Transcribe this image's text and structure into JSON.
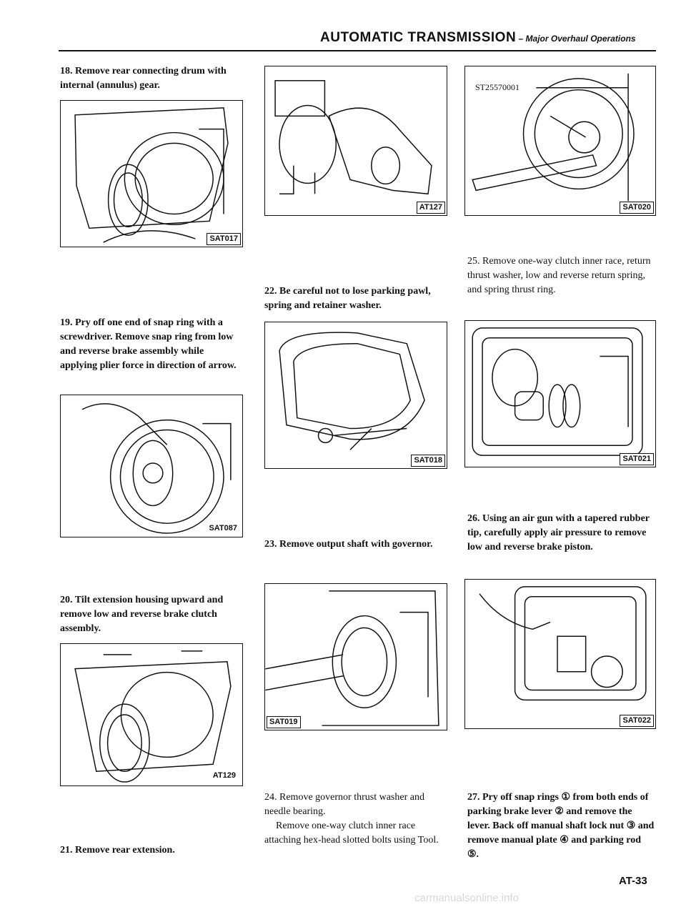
{
  "header": {
    "title": "AUTOMATIC TRANSMISSION",
    "subtitle": " – Major Overhaul Operations"
  },
  "steps": {
    "s18": "18. Remove rear connecting drum with internal (annulus) gear.",
    "s19": "19. Pry off one end of snap ring with a screwdriver. Remove snap ring from low and reverse brake assembly while applying plier force in direction of arrow.",
    "s20": "20. Tilt extension housing upward and remove low and reverse brake clutch assembly.",
    "s21": "21. Remove rear extension.",
    "s22": "22. Be careful not to lose parking pawl, spring and retainer washer.",
    "s23": "23. Remove output shaft with governor.",
    "s24a": "24. Remove governor thrust washer and needle bearing.",
    "s24b": "Remove one-way clutch inner race attaching hex-head slotted bolts using Tool.",
    "s25": "25. Remove one-way clutch inner race, return thrust washer, low and reverse return spring, and spring thrust ring.",
    "s26": "26. Using an air gun with a tapered rubber tip, carefully apply air pressure to remove low and reverse brake piston.",
    "s27": "27. Pry off snap rings ① from both ends of parking brake lever ② and remove the lever. Back off manual shaft lock nut ③ and remove manual plate ④ and parking rod ⑤."
  },
  "figures": {
    "sat017": "SAT017",
    "sat087": "SAT087",
    "at129": "AT129",
    "at127": "AT127",
    "sat018": "SAT018",
    "sat019": "SAT019",
    "sat020": "SAT020",
    "tool": "ST25570001",
    "sat021": "SAT021",
    "sat022": "SAT022"
  },
  "page_number": "AT-33",
  "watermark": "carmanualsonline.info"
}
